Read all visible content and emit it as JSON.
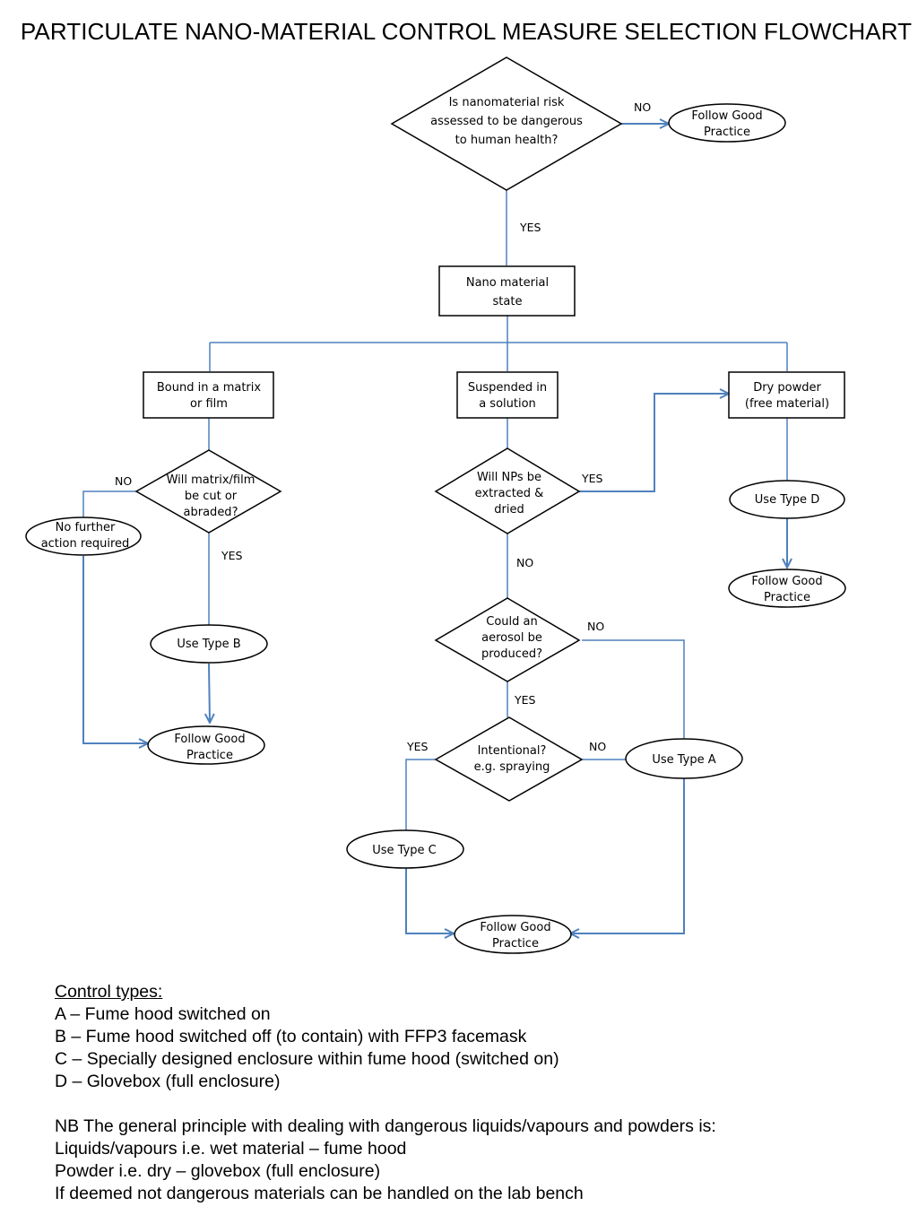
{
  "title": "PARTICULATE NANO-MATERIAL CONTROL MEASURE SELECTION FLOWCHART",
  "nodes": {
    "q_risk": [
      "Is nanomaterial risk",
      "assessed to be dangerous",
      "to human health?"
    ],
    "good_practice_top": [
      "Follow Good",
      "Practice"
    ],
    "state": [
      "Nano material",
      "state"
    ],
    "bound": [
      "Bound in a matrix",
      "or film"
    ],
    "suspended": [
      "Suspended in",
      "a solution"
    ],
    "dry": [
      "Dry powder",
      "(free material)"
    ],
    "q_cut": [
      "Will matrix/film",
      "be cut or",
      "abraded?"
    ],
    "no_further": [
      "No further",
      "action required"
    ],
    "type_b": [
      "Use Type B"
    ],
    "good_practice_left": [
      "Follow Good",
      "Practice"
    ],
    "q_extract": [
      "Will NPs be",
      "extracted &",
      "dried"
    ],
    "type_d": [
      "Use Type D"
    ],
    "good_practice_right": [
      "Follow Good",
      "Practice"
    ],
    "q_aerosol": [
      "Could an",
      "aerosol be",
      "produced?"
    ],
    "q_intentional": [
      "Intentional?",
      "e.g. spraying"
    ],
    "type_a": [
      "Use Type A"
    ],
    "type_c": [
      "Use Type C"
    ],
    "good_practice_bottom": [
      "Follow Good",
      "Practice"
    ]
  },
  "edge_labels": {
    "risk_no": "NO",
    "risk_yes": "YES",
    "cut_no": "NO",
    "cut_yes": "YES",
    "extract_yes": "YES",
    "extract_no": "NO",
    "aerosol_no": "NO",
    "aerosol_yes": "YES",
    "intentional_yes": "YES",
    "intentional_no": "NO"
  },
  "notes": {
    "heading": "Control types:",
    "types": [
      "A – Fume hood switched on",
      "B – Fume hood switched off (to contain) with FFP3 facemask",
      "C – Specially designed enclosure within fume hood (switched on)",
      "D – Glovebox (full enclosure)"
    ],
    "nb": [
      "NB The general principle with dealing with dangerous liquids/vapours and powders is:",
      "Liquids/vapours i.e. wet material – fume hood",
      "Powder  i.e. dry – glovebox (full enclosure)",
      "If deemed not dangerous materials can be handled on the lab bench"
    ]
  },
  "colors": {
    "connector": "#4f81bd",
    "shape_stroke": "#000000"
  }
}
